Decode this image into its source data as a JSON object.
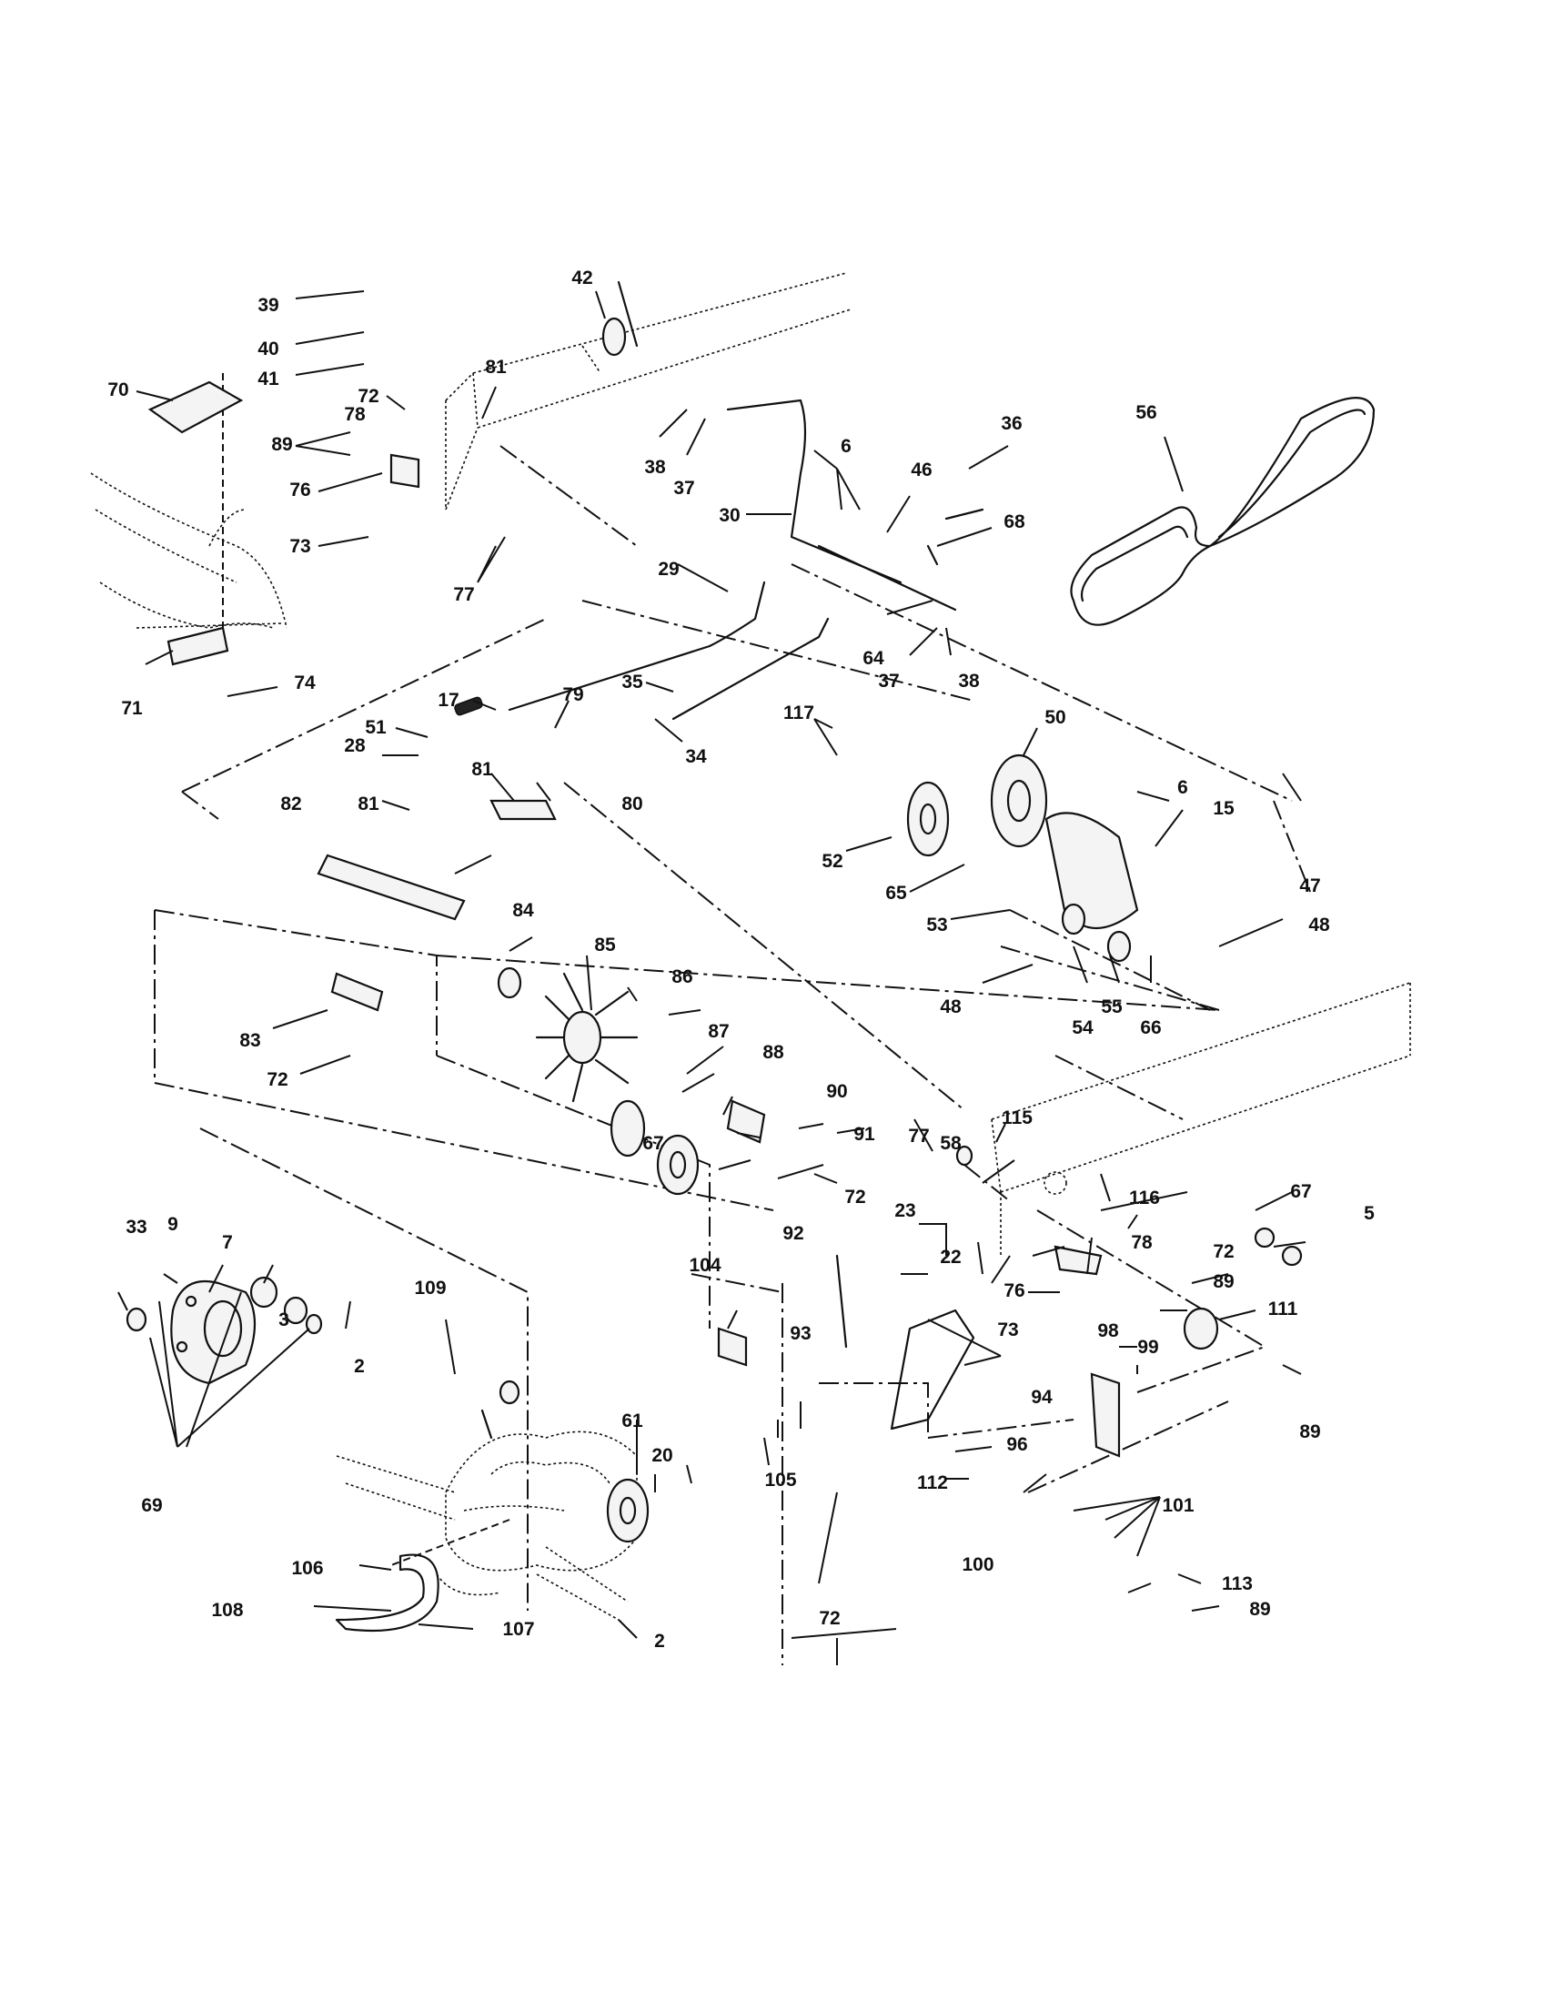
{
  "callouts": [
    "39",
    "40",
    "41",
    "42",
    "70",
    "72",
    "81",
    "89",
    "78",
    "76",
    "73",
    "77",
    "71",
    "74",
    "38",
    "37",
    "6",
    "30",
    "46",
    "36",
    "68",
    "56",
    "29",
    "64",
    "37",
    "38",
    "17",
    "79",
    "51",
    "28",
    "35",
    "34",
    "117",
    "50",
    "6",
    "15",
    "47",
    "81",
    "82",
    "80",
    "81",
    "52",
    "65",
    "53",
    "48",
    "84",
    "85",
    "86",
    "83",
    "72",
    "87",
    "88",
    "90",
    "67",
    "91",
    "48",
    "55",
    "66",
    "54",
    "115",
    "77",
    "58",
    "72",
    "92",
    "23",
    "22",
    "33",
    "9",
    "7",
    "109",
    "104",
    "116",
    "67",
    "5",
    "72",
    "78",
    "89",
    "76",
    "73",
    "111",
    "3",
    "2",
    "61",
    "20",
    "93",
    "94",
    "98",
    "99",
    "89",
    "96",
    "112",
    "101",
    "100",
    "69",
    "105",
    "113",
    "89",
    "106",
    "108",
    "107",
    "2",
    "72"
  ]
}
